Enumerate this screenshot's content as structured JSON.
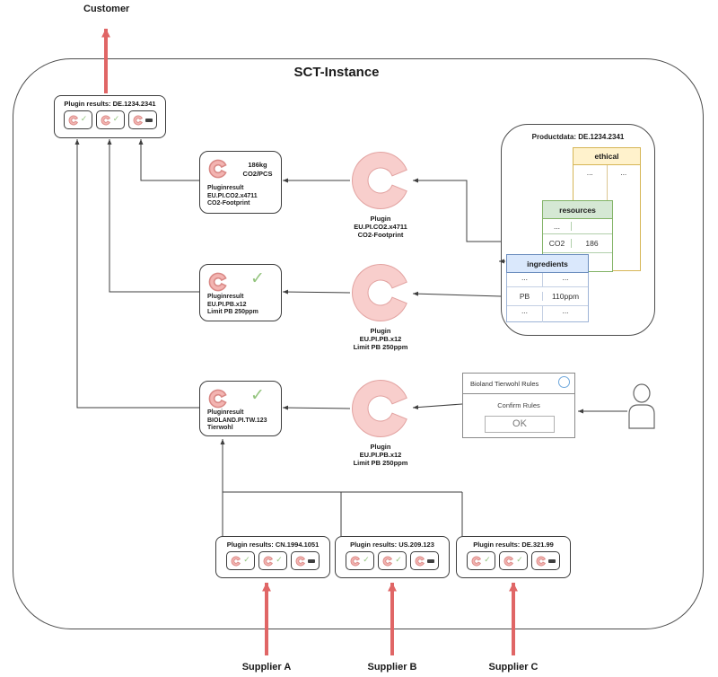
{
  "frame": {
    "title": "SCT-Instance"
  },
  "customer": {
    "label": "Customer"
  },
  "icons": {
    "check": "✓"
  },
  "customer_results": {
    "title": "Plugin results: DE.1234.2341"
  },
  "result_boxes": [
    {
      "value1": "186kg",
      "value2": "CO2/PCS",
      "line1": "Pluginresult",
      "line2": "EU.PI.CO2.x4711",
      "line3": "CO2-Footprint"
    },
    {
      "line1": "Pluginresult",
      "line2": "EU.PI.PB.x12",
      "line3": "Limit PB 250ppm"
    },
    {
      "line1": "Pluginresult",
      "line2": "BIOLAND.PI.TW.123",
      "line3": "Tierwohl"
    }
  ],
  "plugins": [
    {
      "line1": "Plugin",
      "line2": "EU.PI.CO2.x4711",
      "line3": "CO2-Footprint"
    },
    {
      "line1": "Plugin",
      "line2": "EU.PI.PB.x12",
      "line3": "Limit PB 250ppm"
    },
    {
      "line1": "Plugin",
      "line2": "EU.PI.PB.x12",
      "line3": "Limit PB 250ppm"
    }
  ],
  "productdata": {
    "title": "Productdata: DE.1234.2341",
    "ethical": {
      "header": "ethical",
      "row": [
        "...",
        "..."
      ]
    },
    "resources": {
      "header": "resources",
      "row1": [
        "...",
        ""
      ],
      "row2": [
        "CO2",
        "186"
      ],
      "row3": [
        "",
        ""
      ]
    },
    "ingredients": {
      "header": "ingredients",
      "row1": [
        "...",
        "..."
      ],
      "row2": [
        "PB",
        "110ppm"
      ],
      "row3": [
        "...",
        "..."
      ]
    }
  },
  "dialog": {
    "title": "Bioland Tierwohl Rules",
    "message": "Confirm Rules",
    "ok": "OK"
  },
  "supplier_results": [
    {
      "title": "Plugin results: CN.1994.1051"
    },
    {
      "title": "Plugin results: US.209.123"
    },
    {
      "title": "Plugin results: DE.321.99"
    }
  ],
  "suppliers": [
    {
      "label": "Supplier A"
    },
    {
      "label": "Supplier B"
    },
    {
      "label": "Supplier C"
    }
  ],
  "colors": {
    "pink_fill": "#f8cecc",
    "pink_stroke": "#e2a2a0",
    "pink_fill_sm": "#f3b4b1",
    "pink_stroke_sm": "#d98885",
    "check": "#93c47d",
    "red": "#e06666",
    "line": "#3f3f3f",
    "yellow_fill": "#fff2cc",
    "yellow_stroke": "#d6b656",
    "green_fill": "#d5e8d4",
    "green_stroke": "#82b366",
    "blue_fill": "#dae8fc",
    "blue_stroke": "#6c8ebf",
    "border": "#4d4d4d"
  }
}
